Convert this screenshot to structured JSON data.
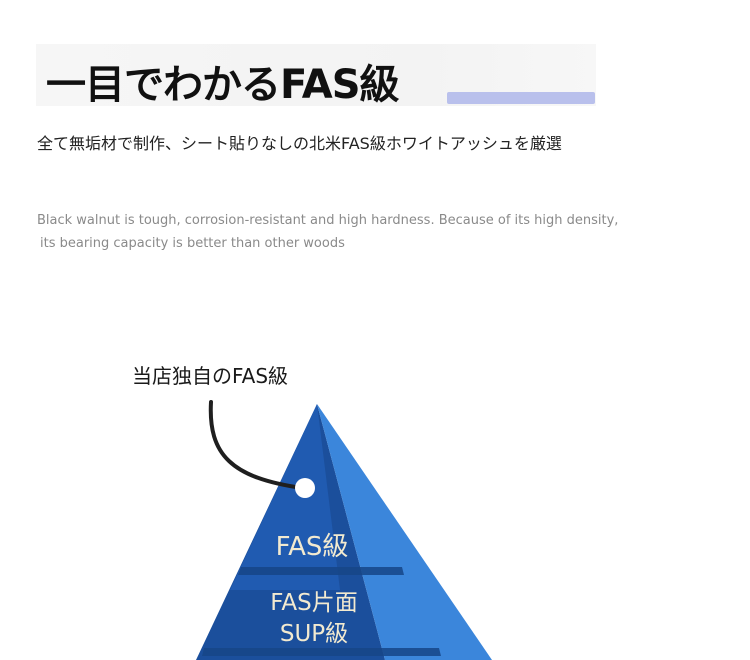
{
  "heading": {
    "title": "一目でわかるFAS級",
    "subtitle": "全て無垢材で制作、シート貼りなしの北米FAS級ホワイトアッシュを厳選"
  },
  "description": {
    "line1": "Black walnut is tough, corrosion-resistant and high hardness. Because of its high density,",
    "line2": "its bearing capacity is better than other woods"
  },
  "pyramid": {
    "callout": "当店独自のFAS級",
    "tier1": "FAS級",
    "tier2_line1": "FAS片面",
    "tier2_line2": "SUP級",
    "colors": {
      "dark_blue": "#1b4f9c",
      "mid_blue": "#2466c2",
      "light_blue": "#3b86db",
      "label": "#f2ead0",
      "accent_bar": "#b9c0ec"
    }
  }
}
